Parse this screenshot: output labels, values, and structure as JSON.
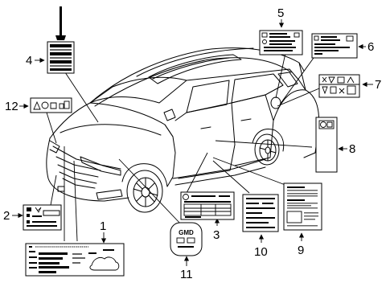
{
  "diagram": {
    "callouts": [
      {
        "id": "1",
        "text": "1"
      },
      {
        "id": "2",
        "text": "2"
      },
      {
        "id": "3",
        "text": "3"
      },
      {
        "id": "4",
        "text": "4"
      },
      {
        "id": "5",
        "text": "5"
      },
      {
        "id": "6",
        "text": "6"
      },
      {
        "id": "7",
        "text": "7"
      },
      {
        "id": "8",
        "text": "8"
      },
      {
        "id": "9",
        "text": "9"
      },
      {
        "id": "10",
        "text": "10"
      },
      {
        "id": "11",
        "text": "11"
      },
      {
        "id": "12",
        "text": "12"
      }
    ],
    "label_11_text": "GMD"
  },
  "colors": {
    "line": "#000000",
    "background": "#ffffff",
    "shading": "#666666"
  }
}
